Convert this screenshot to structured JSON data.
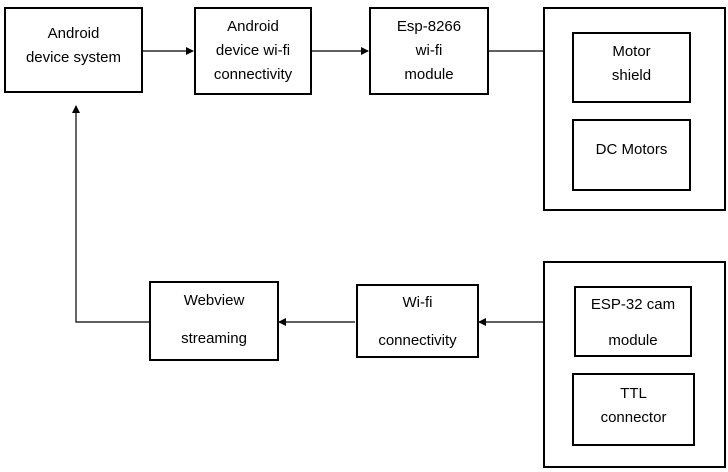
{
  "blocks": {
    "android_system": {
      "line1": "Android",
      "line2": "device system"
    },
    "android_wifi": {
      "line1": "Android",
      "line2": "device wi-fi",
      "line3": "connectivity"
    },
    "esp8266": {
      "line1": "Esp-8266",
      "line2": "wi-fi",
      "line3": "module"
    },
    "motor_shield": {
      "line1": "Motor",
      "line2": "shield"
    },
    "dc_motors": {
      "line1": "DC Motors"
    },
    "webview": {
      "line1": "Webview",
      "line2": "streaming"
    },
    "wifi_connectivity": {
      "line1": "Wi-fi",
      "line2": "connectivity"
    },
    "esp32_cam": {
      "line1": "ESP-32 cam",
      "line2": "module"
    },
    "ttl": {
      "line1": "TTL",
      "line2": "connector"
    }
  }
}
